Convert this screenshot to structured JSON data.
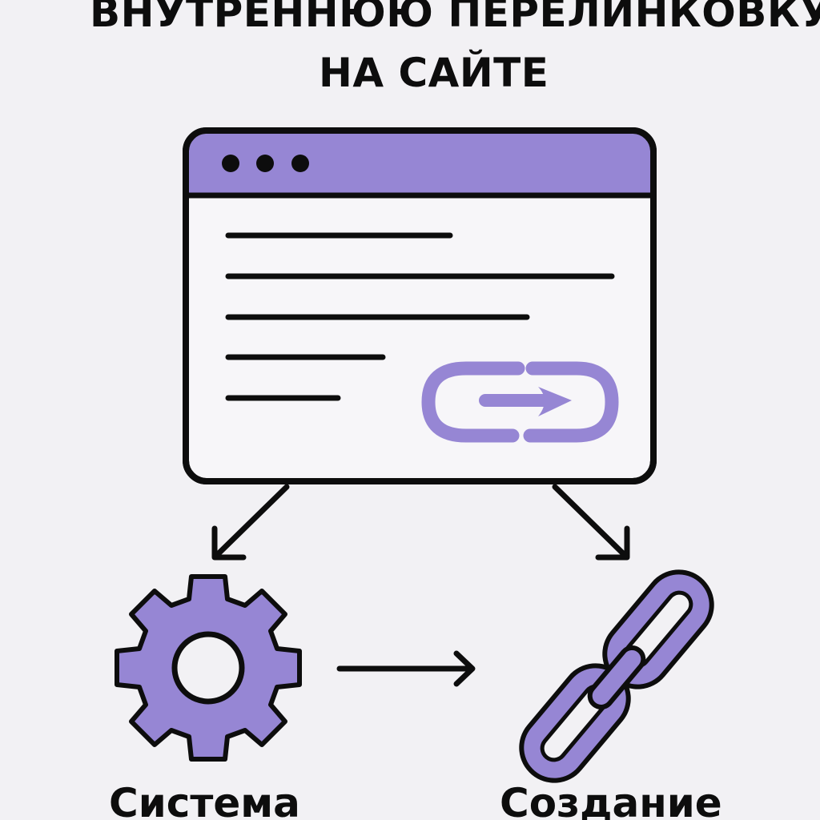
{
  "title": {
    "line1": "ВНУТРЕННЮЮ ПЕРЕЛИНКОВКУ",
    "line2": "НА САЙТЕ"
  },
  "captions": {
    "left": "Система",
    "right": "Создание"
  },
  "colors": {
    "background": "#f2f1f4",
    "accent": "#9686d4",
    "outline": "#0d0d0d",
    "window_body": "#f7f6f9"
  },
  "icons": {
    "browser": "browser-window-icon",
    "inline_link": "link-arrow-icon",
    "gear": "gear-icon",
    "chain": "chain-link-icon"
  }
}
